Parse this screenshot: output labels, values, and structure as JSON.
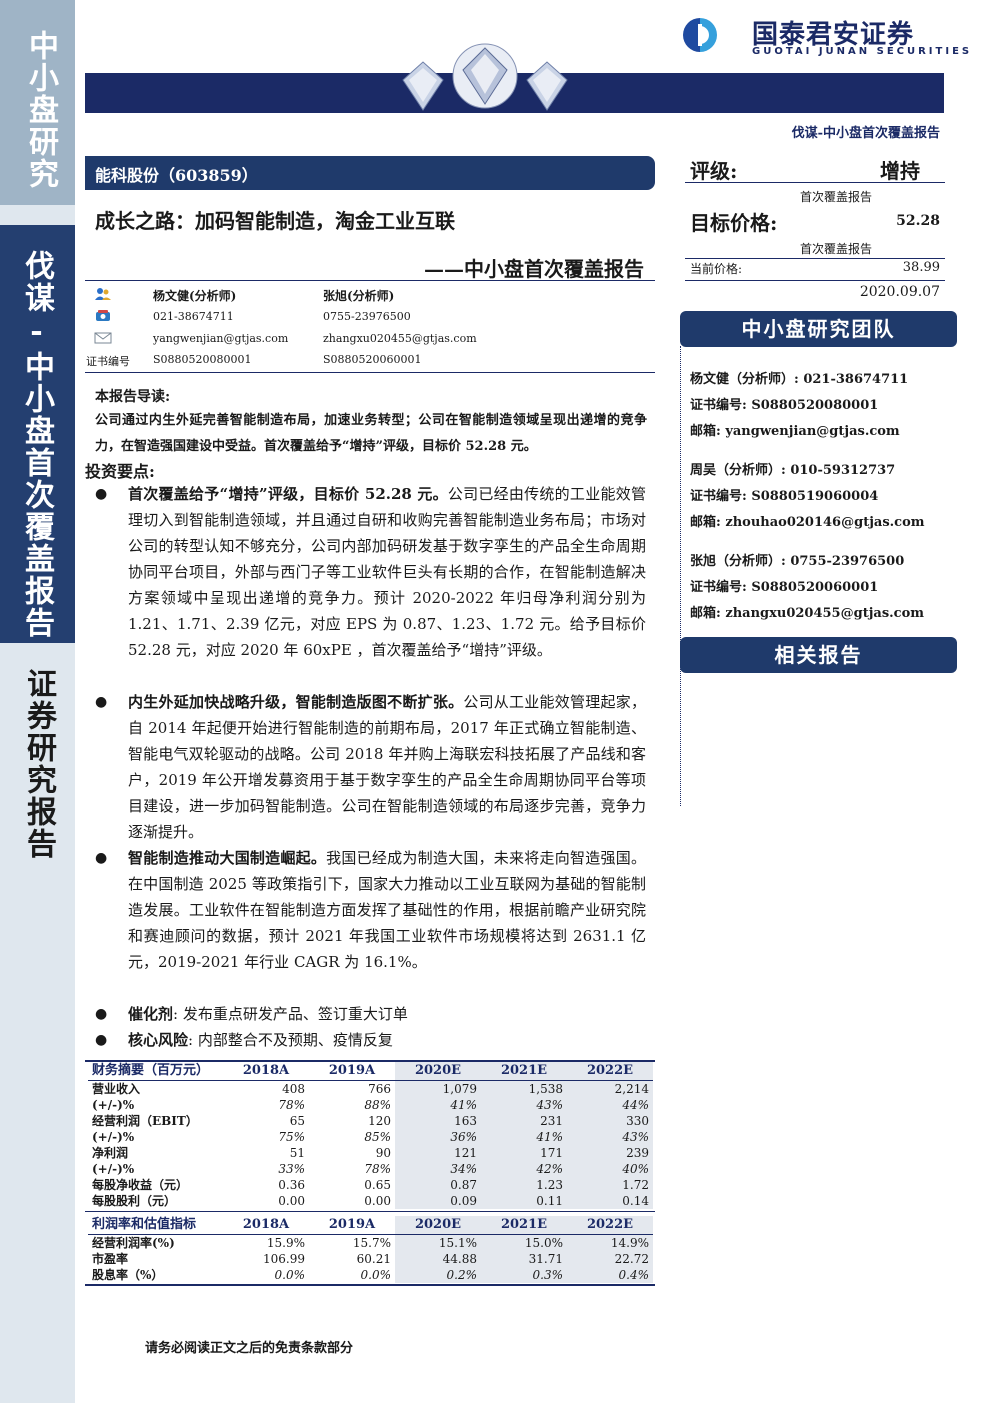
{
  "sidebar": {
    "section1": "中小盘研究",
    "section2": "伐谋-中小盘首次覆盖报告",
    "section3": "证券研究报告"
  },
  "header": {
    "logo_cn": "国泰君安证券",
    "logo_en": "GUOTAI  JUNAN  SECURITIES",
    "series": "伐谋-中小盘首次覆盖报告"
  },
  "company": {
    "name": "能科股份（603859）",
    "title": "成长之路：加码智能制造，淘金工业互联",
    "subtitle": "——中小盘首次覆盖报告"
  },
  "analysts": [
    {
      "name": "杨文健(分析师)",
      "phone": "021-38674711",
      "email": "yangwenjian@gtjas.com",
      "cert": "S0880520080001"
    },
    {
      "name": "张旭(分析师)",
      "phone": "0755-23976500",
      "email": "zhangxu020455@gtjas.com",
      "cert": "S0880520060001"
    }
  ],
  "cert_label": "证书编号",
  "rating": {
    "label": "评级:",
    "value": "增持",
    "note": "首次覆盖报告",
    "target_label": "目标价格:",
    "target_value": "52.28",
    "target_note": "首次覆盖报告",
    "current_label": "当前价格:",
    "current_value": "38.99",
    "date": "2020.09.07"
  },
  "team": {
    "title": "中小盘研究团队",
    "members": [
      {
        "name": "杨文健（分析师）: 021-38674711",
        "cert": "证书编号:  S0880520080001",
        "email": "邮箱:  yangwenjian@gtjas.com"
      },
      {
        "name": "周吴（分析师）: 010-59312737",
        "cert": "证书编号:  S0880519060004",
        "email": "邮箱:  zhouhao020146@gtjas.com"
      },
      {
        "name": "张旭（分析师）: 0755-23976500",
        "cert": "证书编号:  S0880520060001",
        "email": "邮箱:  zhangxu020455@gtjas.com"
      }
    ],
    "related": "相关报告"
  },
  "intro": {
    "heading": "本报告导读:",
    "text": "公司通过内生外延完善智能制造布局，加速业务转型；公司在智能制造领域呈现出递增的竞争力，在智造强国建设中受益。首次覆盖给予“增持”评级，目标价 52.28 元。"
  },
  "invest": {
    "heading": "投资要点:",
    "points": [
      {
        "bold": "首次覆盖给予“增持”评级，目标价 52.28 元。",
        "text": "公司已经由传统的工业能效管理切入到智能制造领域，并且通过自研和收购完善智能制造业务布局；市场对公司的转型认知不够充分，公司内部加码研发基于数字孪生的产品全生命周期协同平台项目，外部与西门子等工业软件巨头有长期的合作，在智能制造解决方案领域中呈现出递增的竞争力。预计 2020-2022 年归母净利润分别为 1.21、1.71、2.39 亿元，对应 EPS 为 0.87、1.23、1.72 元。给予目标价 52.28 元，对应 2020 年 60xPE ，首次覆盖给予“增持”评级。"
      },
      {
        "bold": "内生外延加快战略升级，智能制造版图不断扩张。",
        "text": "公司从工业能效管理起家，自 2014 年起便开始进行智能制造的前期布局，2017 年正式确立智能制造、智能电气双轮驱动的战略。公司 2018 年并购上海联宏科技拓展了产品线和客户，2019 年公开增发募资用于基于数字孪生的产品全生命周期协同平台等项目建设，进一步加码智能制造。公司在智能制造领域的布局逐步完善，竞争力逐渐提升。"
      },
      {
        "bold": "智能制造推动大国制造崛起。",
        "text": "我国已经成为制造大国，未来将走向智造强国。在中国制造 2025 等政策指引下，国家大力推动以工业互联网为基础的智能制造发展。工业软件在智能制造方面发挥了基础性的作用，根据前瞻产业研究院和赛迪顾问的数据，预计 2021 年我国工业软件市场规模将达到 2631.1 亿元，2019-2021 年行业 CAGR 为 16.1%。"
      },
      {
        "bold": "催化剂",
        "text": ": 发布重点研发产品、签订重大订单"
      },
      {
        "bold": "核心风险",
        "text": ": 内部整合不及预期、疫情反复"
      }
    ]
  },
  "fin_table": {
    "header": [
      "财务摘要（百万元）",
      "2018A",
      "2019A",
      "2020E",
      "2021E",
      "2022E"
    ],
    "rows": [
      [
        "营业收入",
        "408",
        "766",
        "1,079",
        "1,538",
        "2,214"
      ],
      [
        "(+/-)%",
        "78%",
        "88%",
        "41%",
        "43%",
        "44%"
      ],
      [
        "经营利润（EBIT）",
        "65",
        "120",
        "163",
        "231",
        "330"
      ],
      [
        "(+/-)%",
        "75%",
        "85%",
        "36%",
        "41%",
        "43%"
      ],
      [
        "净利润",
        "51",
        "90",
        "121",
        "171",
        "239"
      ],
      [
        "(+/-)%",
        "33%",
        "78%",
        "34%",
        "42%",
        "40%"
      ],
      [
        "每股净收益（元）",
        "0.36",
        "0.65",
        "0.87",
        "1.23",
        "1.72"
      ],
      [
        "每股股利（元）",
        "0.00",
        "0.00",
        "0.09",
        "0.11",
        "0.14"
      ]
    ]
  },
  "val_table": {
    "header": [
      "利润率和估值指标",
      "2018A",
      "2019A",
      "2020E",
      "2021E",
      "2022E"
    ],
    "rows": [
      [
        "经营利润率(%)",
        "15.9%",
        "15.7%",
        "15.1%",
        "15.0%",
        "14.9%"
      ],
      [
        "市盈率",
        "106.99",
        "60.21",
        "44.88",
        "31.71",
        "22.72"
      ],
      [
        "股息率（%）",
        "0.0%",
        "0.0%",
        "0.2%",
        "0.3%",
        "0.4%"
      ]
    ]
  },
  "footer": "请务必阅读正文之后的免责条款部分"
}
